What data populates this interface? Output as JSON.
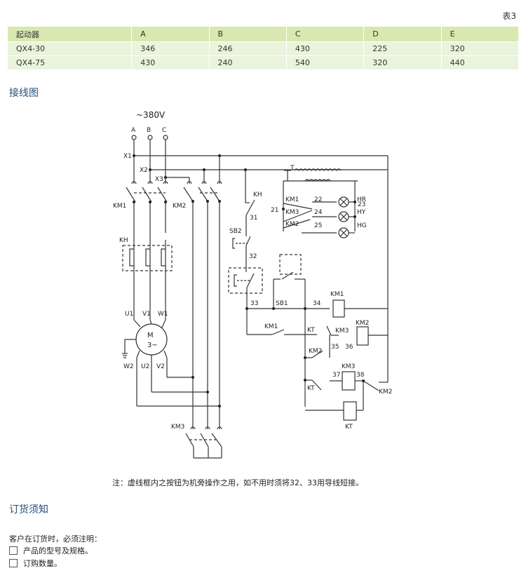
{
  "table": {
    "caption": "表3",
    "headers": [
      "起动器",
      "A",
      "B",
      "C",
      "D",
      "E"
    ],
    "rows": [
      [
        "QX4-30",
        "346",
        "246",
        "430",
        "225",
        "320"
      ],
      [
        "QX4-75",
        "430",
        "240",
        "540",
        "320",
        "440"
      ]
    ],
    "colors": {
      "header_bg": "#d9e8b0",
      "row_bg": "#eaf3dc"
    }
  },
  "wiring": {
    "title": "接线图",
    "voltage": "~380V",
    "phases": [
      "A",
      "B",
      "C"
    ],
    "labels": {
      "x1": "X1",
      "x2": "X2",
      "x3": "X3",
      "km1": "KM1",
      "km2": "KM2",
      "km3": "KM3",
      "kh": "KH",
      "kt": "KT",
      "sb1": "SB1",
      "sb2": "SB2",
      "u1": "U1",
      "v1": "V1",
      "w1": "W1",
      "u2": "U2",
      "v2": "V2",
      "w2": "W2",
      "motor_m": "M",
      "motor_3": "3~",
      "t": "T",
      "hr": "HR",
      "hy": "HY",
      "hg": "HG",
      "n21": "21",
      "n22": "22",
      "n23": "23",
      "n24": "24",
      "n25": "25",
      "n31": "31",
      "n32": "32",
      "n33": "33",
      "n34": "34",
      "n35": "35",
      "n36": "36",
      "n37": "37",
      "n38": "38"
    },
    "note": "注：虚线框内之按钮为机旁操作之用，如不用时须将32、33用导线短接。"
  },
  "order": {
    "title": "订货须知",
    "intro": "客户在订货时，必须注明：",
    "items": [
      "产品的型号及规格。",
      "订购数量。"
    ]
  },
  "colors": {
    "section_title": "#1f4e79"
  }
}
